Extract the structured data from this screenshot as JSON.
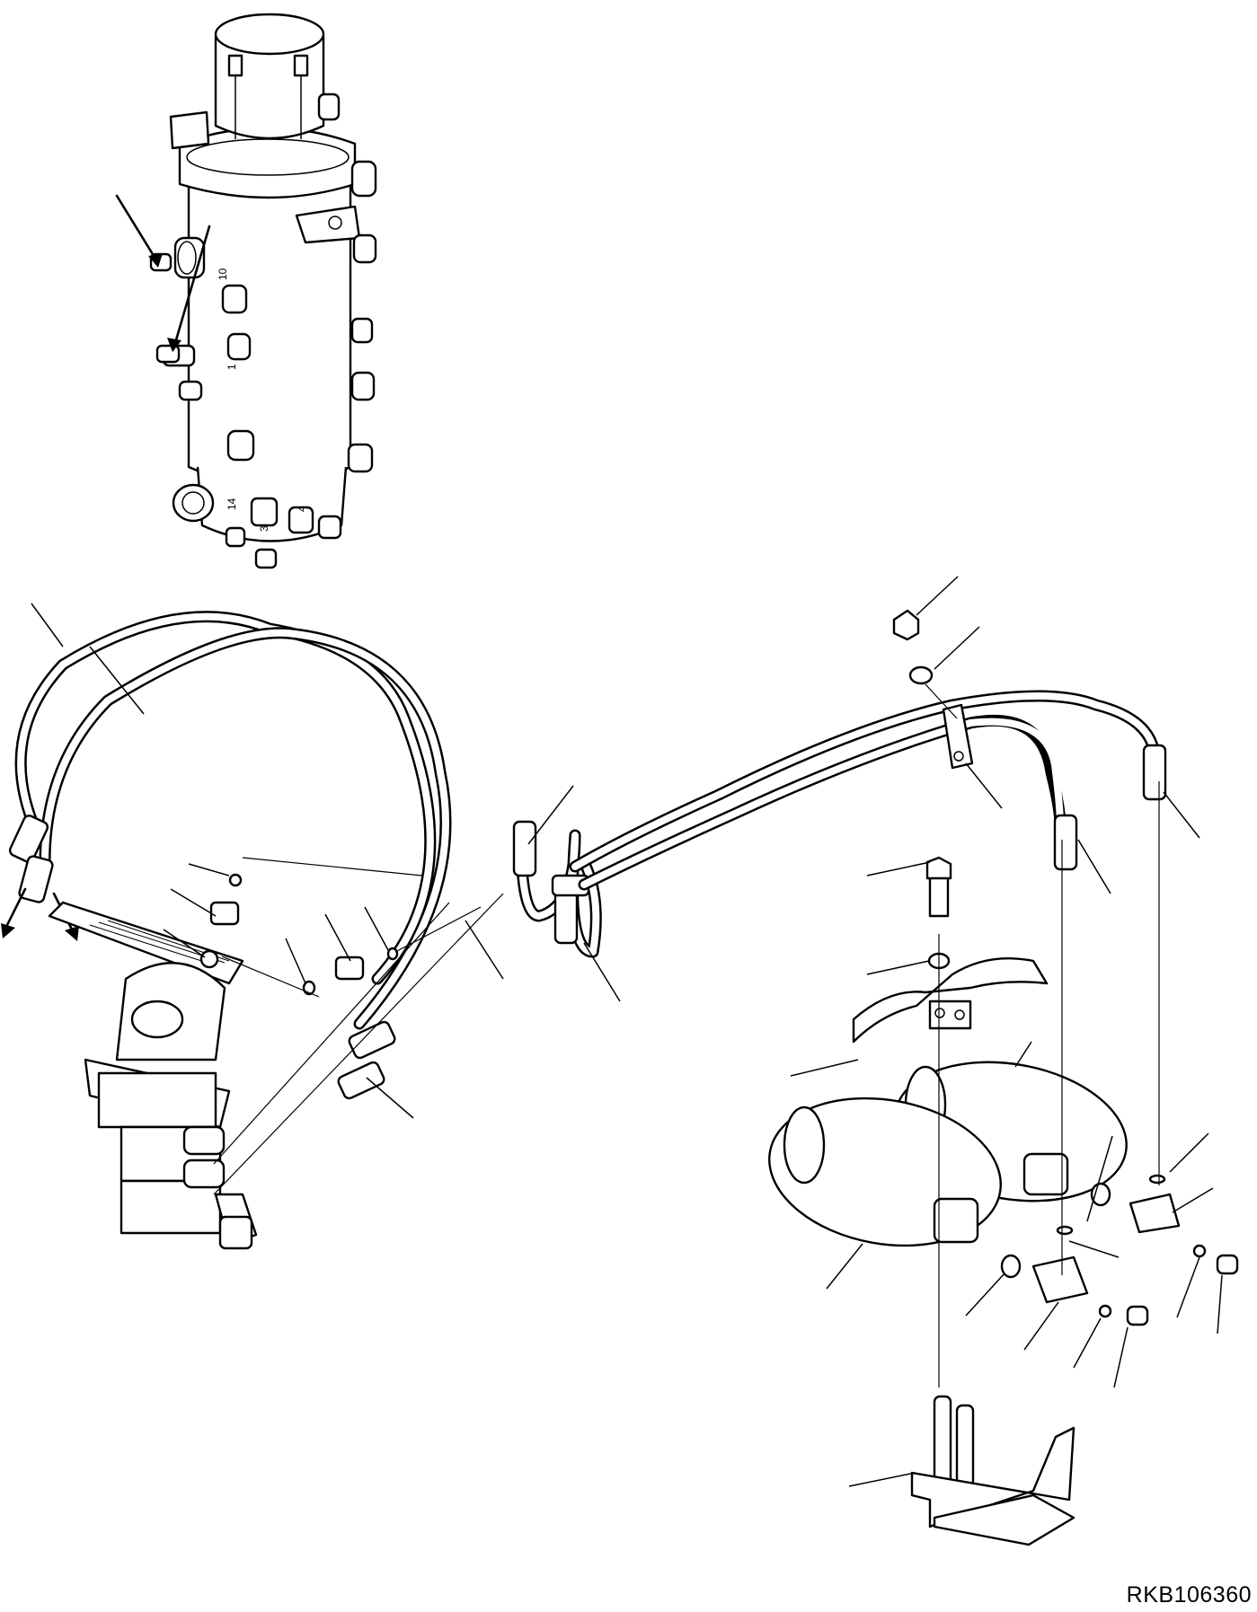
{
  "drawing_number": "RKB106360",
  "valve_port_labels": [
    "10",
    "1",
    "14",
    "3",
    "4"
  ],
  "colors": {
    "line": "#000000",
    "background": "#ffffff"
  }
}
